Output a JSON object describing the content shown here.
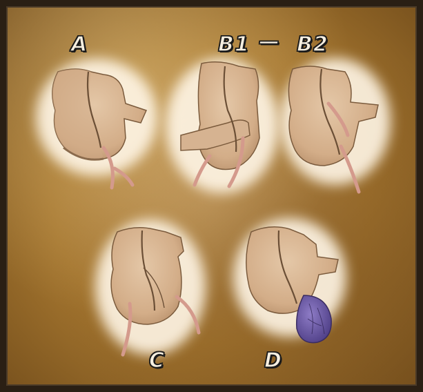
{
  "labels": {
    "a": "A",
    "b1": "B1",
    "dash": "—",
    "b2": "B2",
    "c": "C",
    "d": "D"
  },
  "colors": {
    "background": "#b0823e",
    "frame": "#2a1f14",
    "organ": "#d9b896",
    "organ_shadow": "#a88462",
    "outline": "#6b4f36",
    "vessel": "#d49a8c",
    "sac": "#6f5ba8",
    "label_fill": "#f6efe0"
  },
  "icons": {
    "figure_a": "heart-figure-icon",
    "figure_b1": "heart-figure-icon",
    "figure_b2": "heart-figure-icon",
    "figure_c": "heart-figure-icon",
    "figure_d": "heart-figure-with-sac-icon"
  }
}
